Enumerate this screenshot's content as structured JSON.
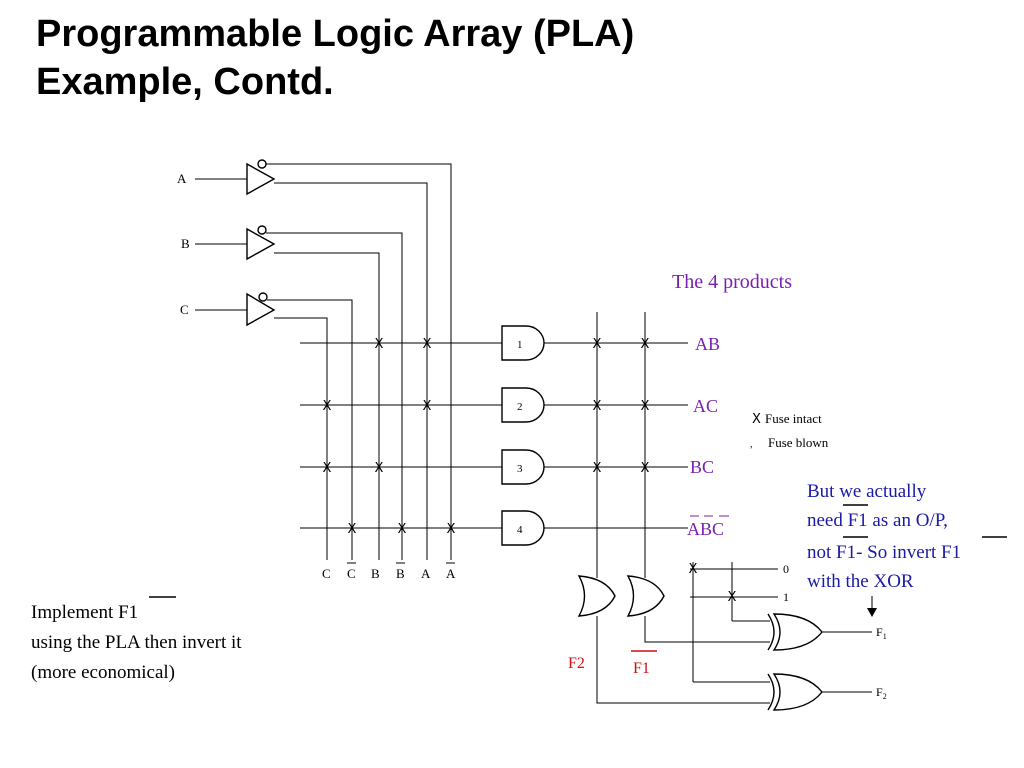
{
  "title": {
    "line1": "Programmable Logic Array (PLA)",
    "line2": "Example, Contd."
  },
  "inputs": [
    "A",
    "B",
    "C"
  ],
  "literal_labels": [
    "C",
    "C",
    "B",
    "B",
    "A",
    "A"
  ],
  "and_gates": [
    "1",
    "2",
    "3",
    "4"
  ],
  "products_heading": "The 4 products",
  "products": [
    "AB",
    "AC",
    "BC",
    "ABC"
  ],
  "legend": {
    "intact_symbol": "X",
    "intact_label": "Fuse intact",
    "blown_symbol": ",",
    "blown_label": "Fuse blown"
  },
  "xor_constants": [
    "0",
    "1"
  ],
  "or_outputs": [
    "F2",
    "F1"
  ],
  "outputs": [
    {
      "main": "F",
      "sub": "1"
    },
    {
      "main": "F",
      "sub": "2"
    }
  ],
  "note": {
    "line1": "But we actually",
    "line2": "need F1 as an O/P,",
    "line3": "not F1- So invert F1",
    "line4": "with the XOR"
  },
  "implement": {
    "line1_prefix": "Implement ",
    "line1_term": "F1",
    "line2": "using the PLA then invert it",
    "line3": "(more economical)"
  },
  "colors": {
    "accent_purple": "#7a1fb0",
    "accent_blue": "#1a1aa6",
    "accent_red": "#cc1111",
    "text": "#000000"
  }
}
